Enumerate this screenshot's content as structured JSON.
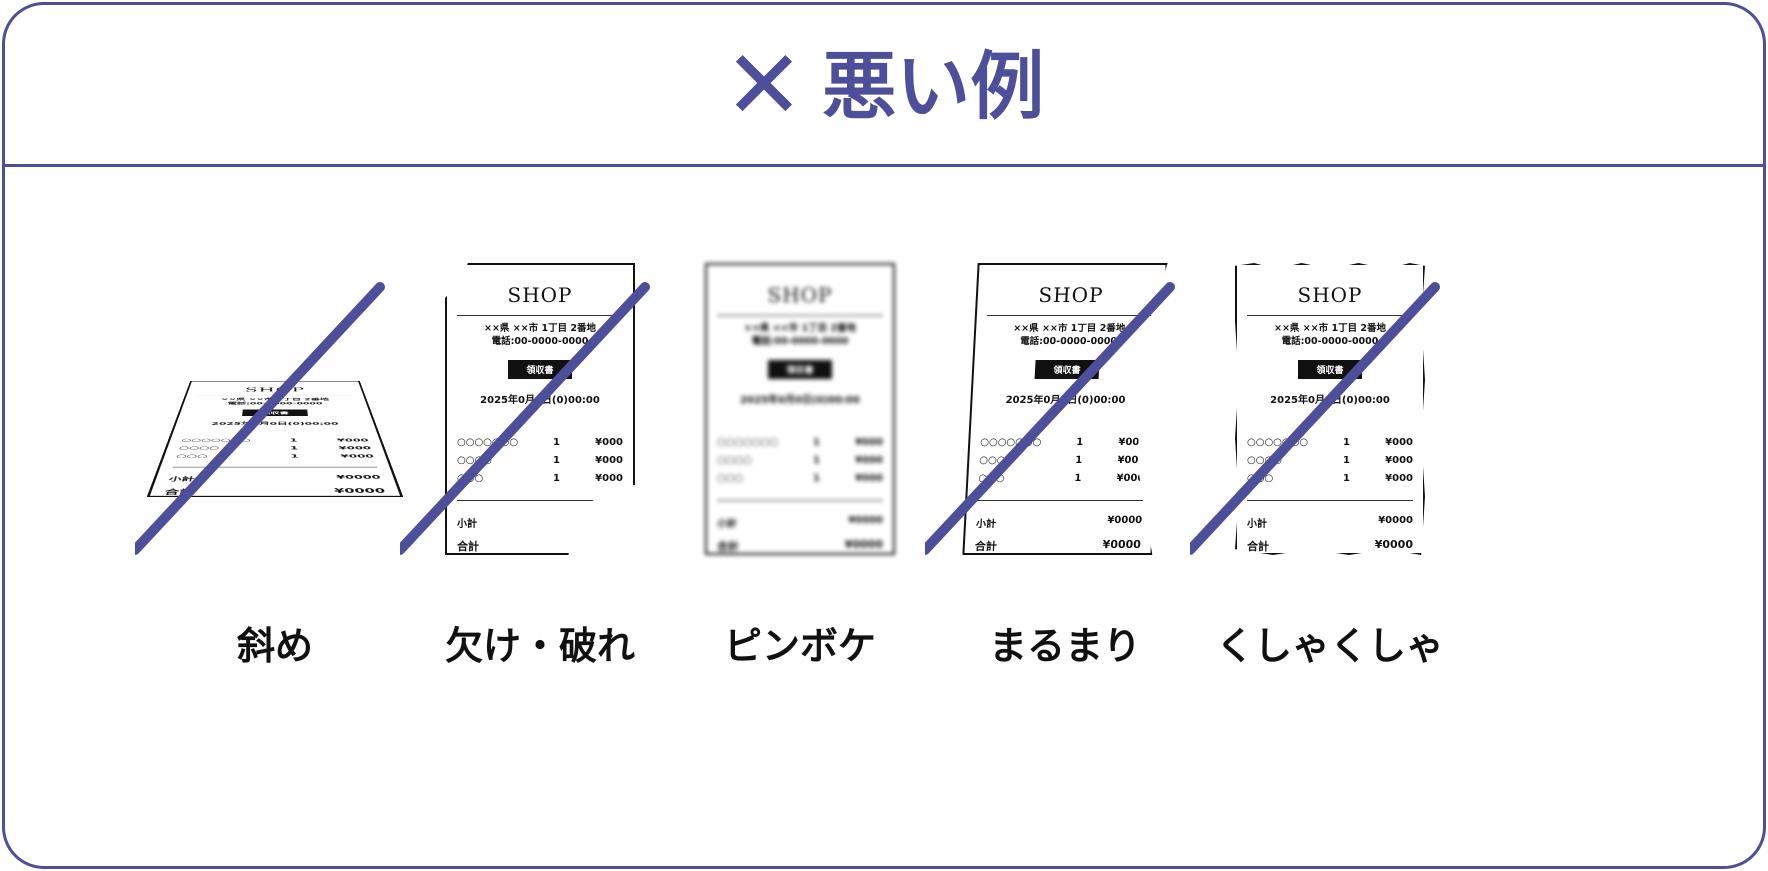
{
  "title": {
    "mark": "✕",
    "text": "悪い例"
  },
  "receipt": {
    "shop": "SHOP",
    "address": "××県 ××市 1丁目 2番地",
    "phone": "電話:00-0000-0000",
    "receipt_title": "領収書",
    "date": "2025年0月0日(0)00:00",
    "items": [
      {
        "name": "○○○○○○○",
        "qty": "1",
        "price": "¥000"
      },
      {
        "name": "○○○○",
        "qty": "1",
        "price": "¥000"
      },
      {
        "name": "○○○",
        "qty": "1",
        "price": "¥000"
      }
    ],
    "subtotal_label": "小計",
    "subtotal": "¥0000",
    "total_label": "合計",
    "total": "¥0000"
  },
  "examples": [
    {
      "label": "斜め"
    },
    {
      "label": "欠け・破れ"
    },
    {
      "label": "ピンボケ"
    },
    {
      "label": "まるまり"
    },
    {
      "label": "くしゃくしゃ"
    }
  ],
  "colors": {
    "accent": "#4e4f9a"
  }
}
